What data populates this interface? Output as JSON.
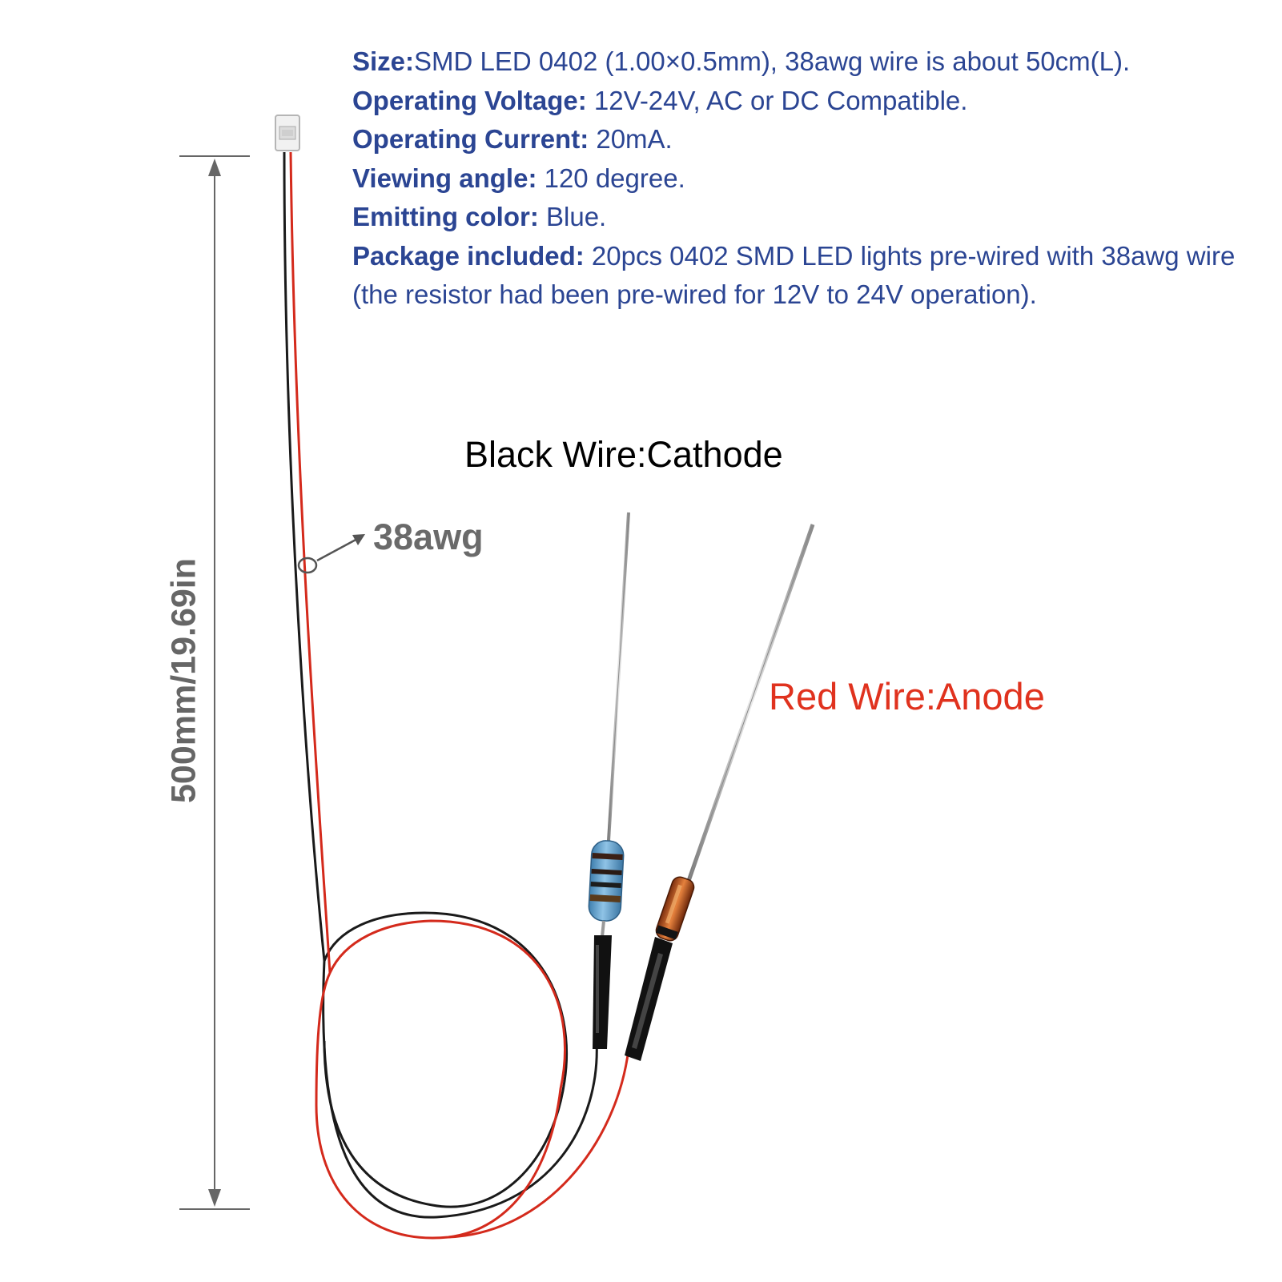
{
  "specs": [
    {
      "label": "Size:",
      "value": "SMD LED 0402 (1.00×0.5mm), 38awg wire is about 50cm(L)."
    },
    {
      "label": "Operating Voltage:",
      "value": " 12V-24V, AC or DC Compatible."
    },
    {
      "label": "Operating Current:",
      "value": " 20mA."
    },
    {
      "label": "Viewing angle:",
      "value": " 120 degree."
    },
    {
      "label": "Emitting color:",
      "value": " Blue."
    },
    {
      "label": "Package included:",
      "value": " 20pcs 0402 SMD LED lights pre-wired with 38awg wire (the resistor had been pre-wired for 12V to 24V operation)."
    }
  ],
  "labels": {
    "black_wire": "Black Wire:Cathode",
    "red_wire": "Red Wire:Anode",
    "gauge": "38awg",
    "length": "500mm/19.69in"
  },
  "colors": {
    "spec_text": "#2b4593",
    "red_label": "#e0321e",
    "red_wire": "#d42a1c",
    "black_wire": "#1a1a1a",
    "dimension": "#666666"
  }
}
